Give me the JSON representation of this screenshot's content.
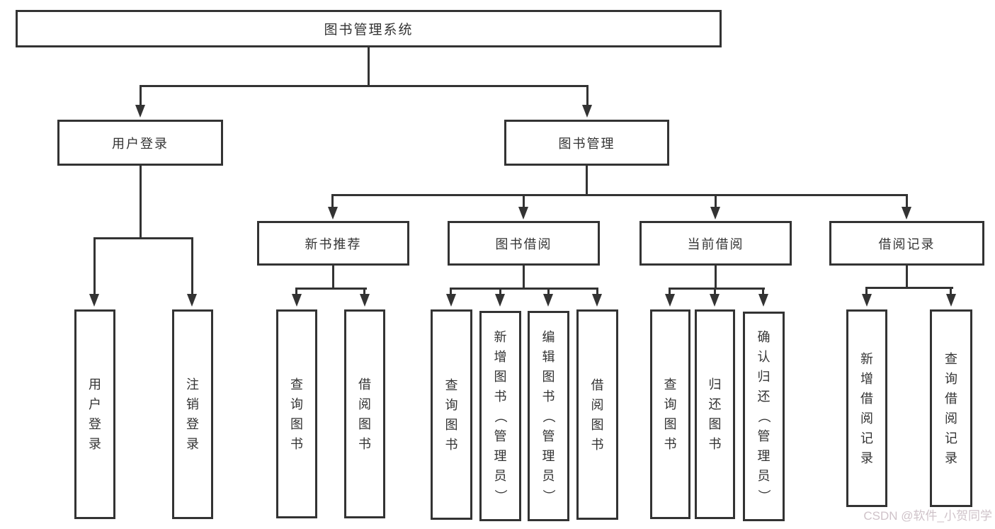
{
  "diagram": {
    "tree": {
      "root": "图书管理系统",
      "branches": [
        {
          "label": "用户登录",
          "children": [
            "用户登录",
            "注销登录"
          ]
        },
        {
          "label": "图书管理",
          "children": [
            {
              "label": "新书推荐",
              "children": [
                "查询图书",
                "借阅图书"
              ]
            },
            {
              "label": "图书借阅",
              "children": [
                "查询图书",
                "新增图书（管理员）",
                "编辑图书（管理员）",
                "借阅图书"
              ]
            },
            {
              "label": "当前借阅",
              "children": [
                "查询图书",
                "归还图书",
                "确认归还（管理员）"
              ]
            },
            {
              "label": "借阅记录",
              "children": [
                "新增借阅记录",
                "查询借阅记录"
              ]
            }
          ]
        }
      ]
    },
    "colors": {
      "line": "#333333",
      "border": "#333333",
      "text": "#333333",
      "background": "#ffffff"
    }
  },
  "watermark": {
    "text": "CSDN @软件_小贺同学",
    "color": "#cfc3c9"
  }
}
